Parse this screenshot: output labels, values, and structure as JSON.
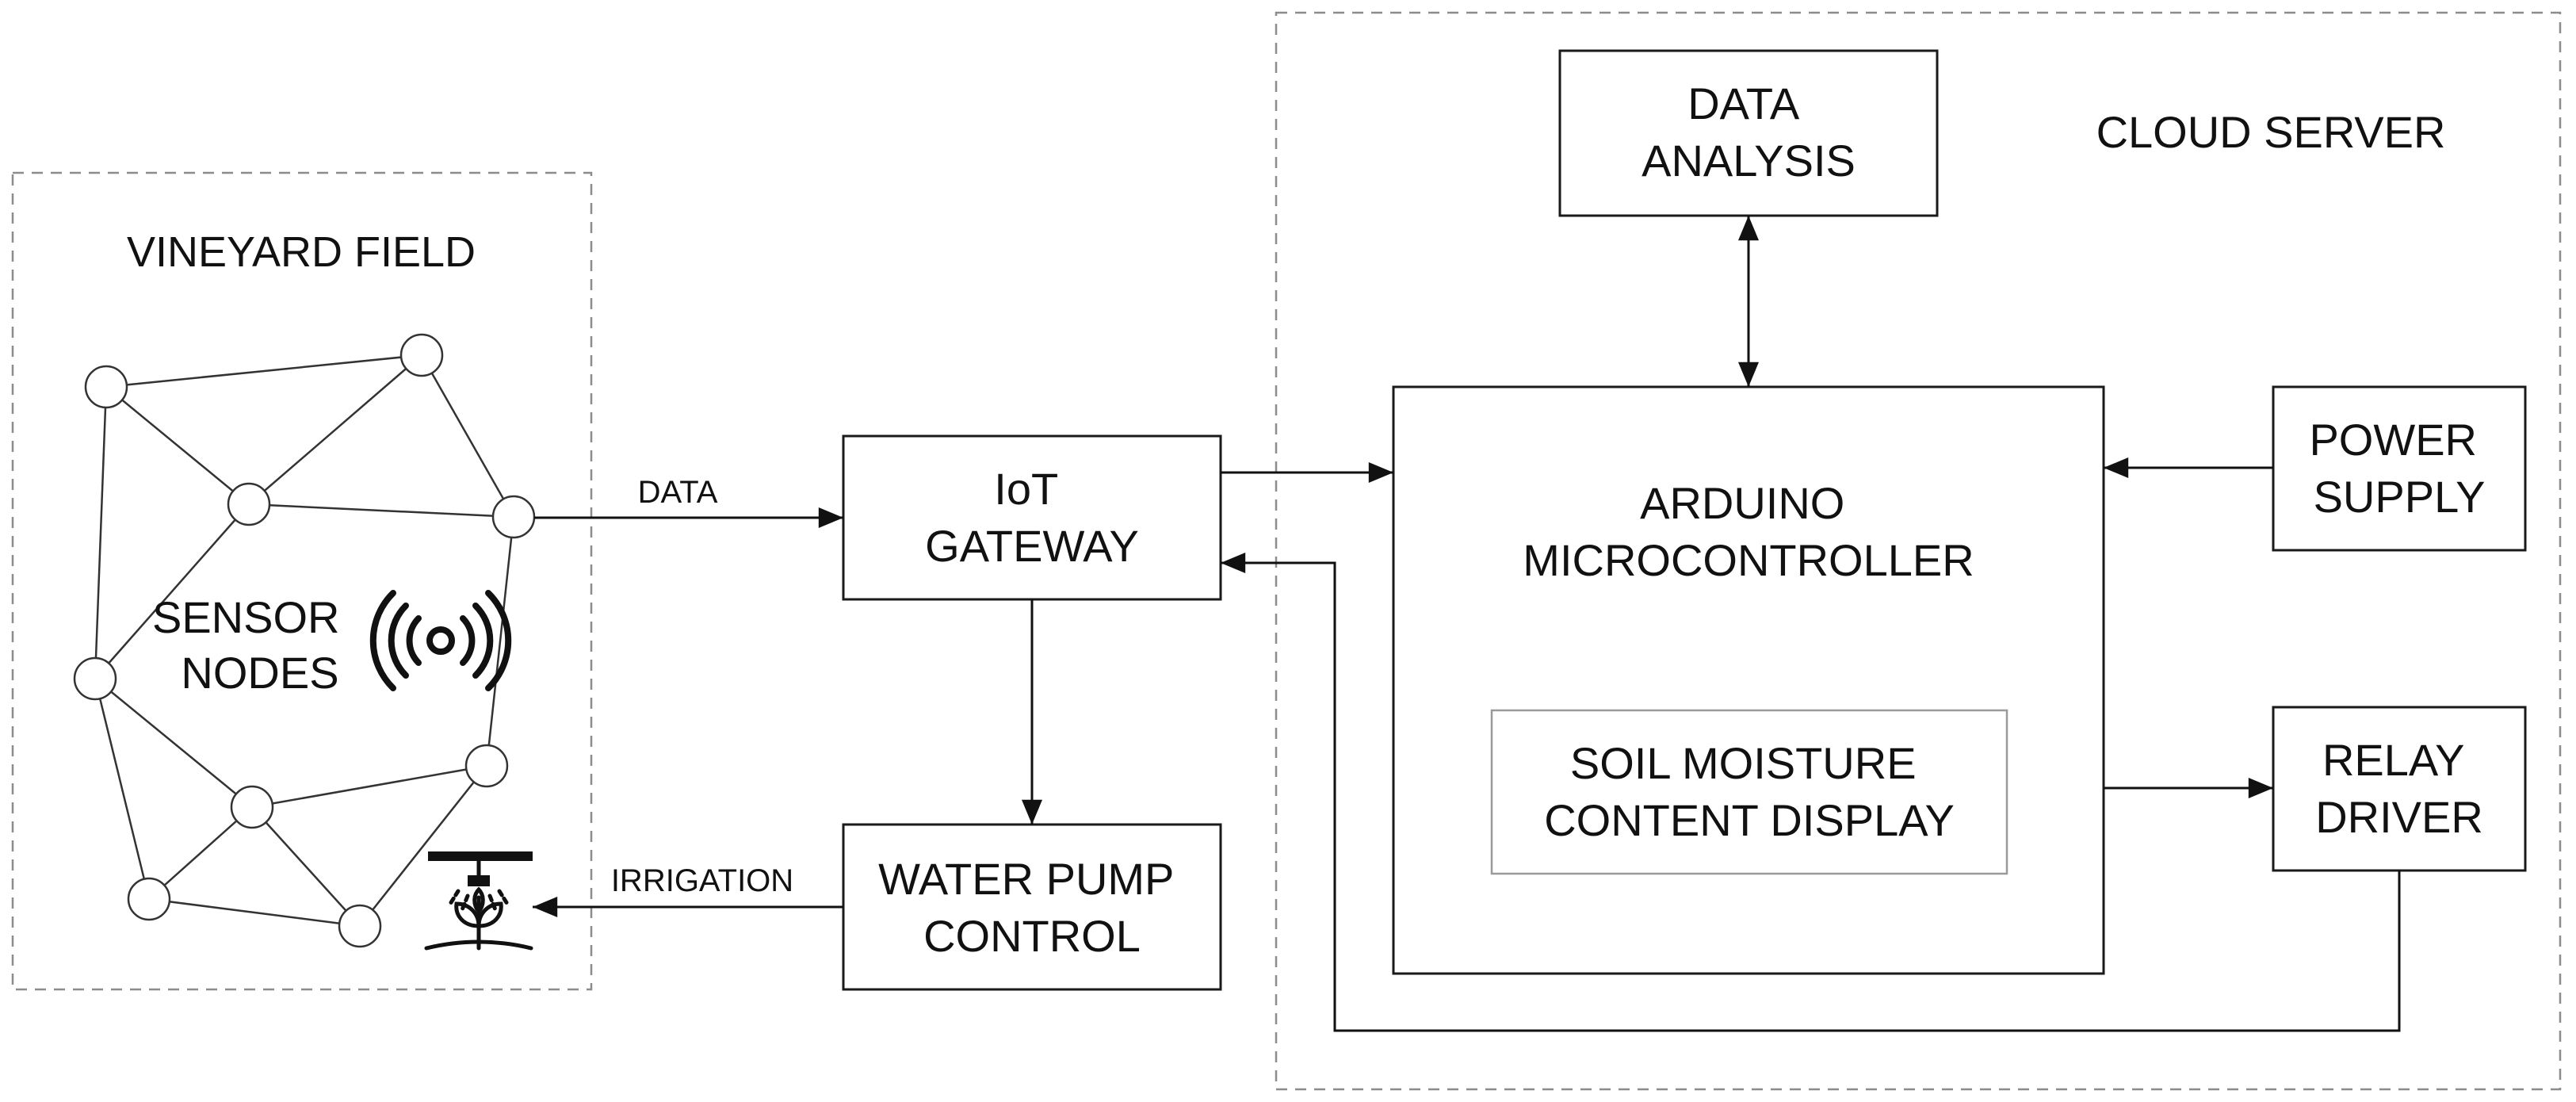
{
  "regions": {
    "vineyard_field": "VINEYARD FIELD",
    "cloud_server": "CLOUD SERVER"
  },
  "sensor_nodes": {
    "line1": "SENSOR",
    "line2": "NODES",
    "wireless_icon": "wireless-signal-icon"
  },
  "blocks": {
    "iot_gateway": [
      "IoT",
      "GATEWAY"
    ],
    "water_pump_control": [
      "WATER PUMP",
      "CONTROL"
    ],
    "data_analysis": [
      "DATA",
      "ANALYSIS"
    ],
    "arduino": [
      "ARDUINO",
      "MICROCONTROLLER"
    ],
    "soil_moisture_display": [
      "SOIL MOISTURE",
      "CONTENT DISPLAY"
    ],
    "power_supply": [
      "POWER",
      "SUPPLY"
    ],
    "relay_driver": [
      "RELAY",
      "DRIVER"
    ]
  },
  "connections": {
    "data": "DATA",
    "irrigation": "IRRIGATION"
  },
  "icons": {
    "sprinkler": "sprinkler-plant-icon"
  },
  "colors": {
    "stroke": "#1a1a1a",
    "dashed_border": "#8c8c8c",
    "inner_box_border": "#9a9a9a",
    "text": "#111111"
  }
}
